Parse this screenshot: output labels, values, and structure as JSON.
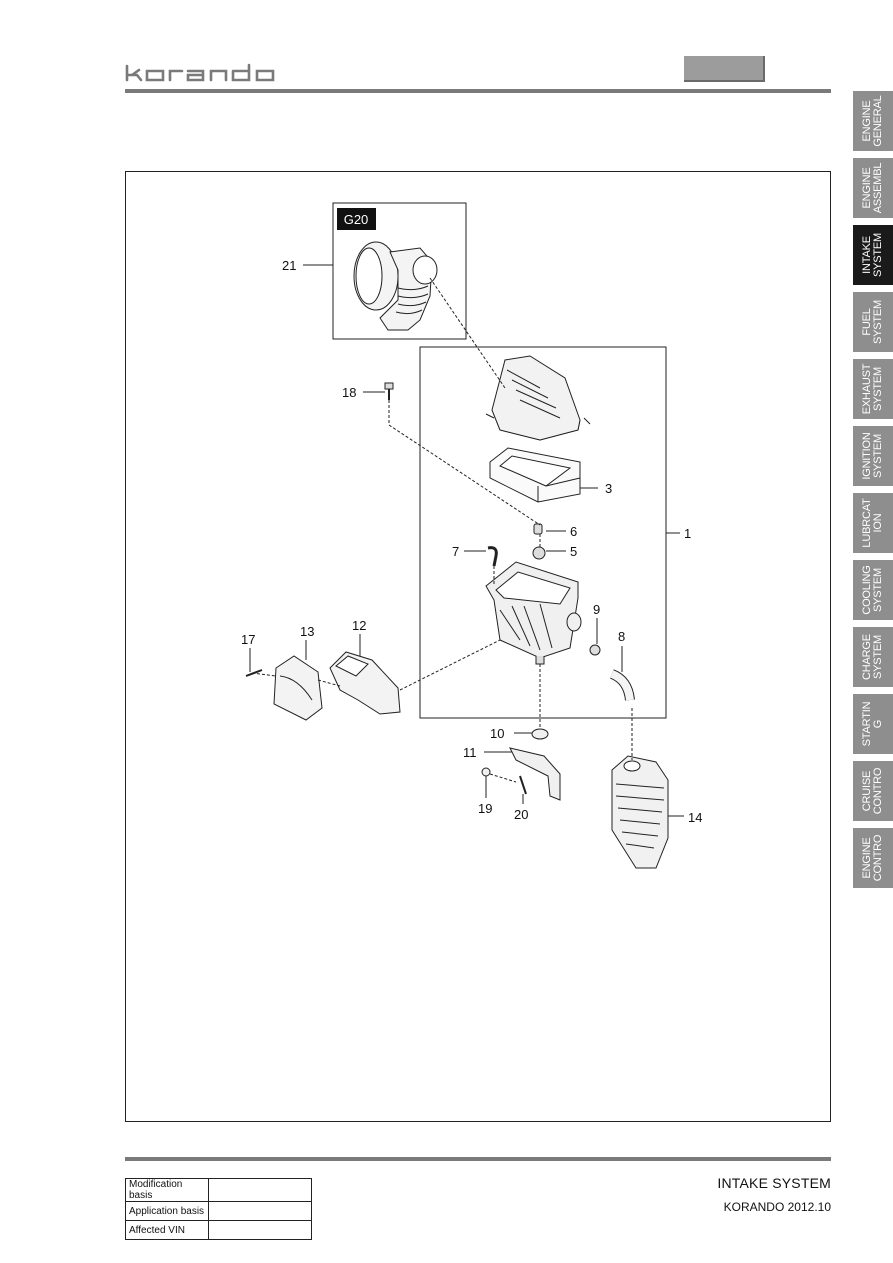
{
  "header": {
    "brand": "korando",
    "tabs": [
      {
        "label": "ENGINE\nGENERAL",
        "active": false
      },
      {
        "label": "ENGINE\nASSEMBL",
        "active": false
      },
      {
        "label": "INTAKE\nSYSTEM",
        "active": true
      },
      {
        "label": "FUEL\nSYSTEM",
        "active": false
      },
      {
        "label": "EXHAUST\nSYSTEM",
        "active": false
      },
      {
        "label": "IGNITION\nSYSTEM",
        "active": false
      },
      {
        "label": "LUBRCAT\nION",
        "active": false
      },
      {
        "label": "COOLING\nSYSTEM",
        "active": false
      },
      {
        "label": "CHARGE\nSYSTEM",
        "active": false
      },
      {
        "label": "STARTIN\nG",
        "active": false
      },
      {
        "label": "CRUISE\nCONTRO",
        "active": false
      },
      {
        "label": "ENGINE\nCONTRO",
        "active": false
      }
    ]
  },
  "diagram": {
    "inset_tag": "G20",
    "callouts": {
      "c1": "1",
      "c3": "3",
      "c5": "5",
      "c6": "6",
      "c7": "7",
      "c8": "8",
      "c9": "9",
      "c10": "10",
      "c11": "11",
      "c12": "12",
      "c13": "13",
      "c14": "14",
      "c17": "17",
      "c18": "18",
      "c19": "19",
      "c20": "20",
      "c21": "21"
    }
  },
  "footer": {
    "table": [
      {
        "label": "Modification basis",
        "value": ""
      },
      {
        "label": "Application basis",
        "value": ""
      },
      {
        "label": "Affected VIN",
        "value": ""
      }
    ],
    "title": "INTAKE SYSTEM",
    "subtitle": "KORANDO 2012.10"
  },
  "colors": {
    "rule": "#7a7a7a",
    "tab": "#8e8e8e",
    "tab_active": "#1a1a1a"
  }
}
